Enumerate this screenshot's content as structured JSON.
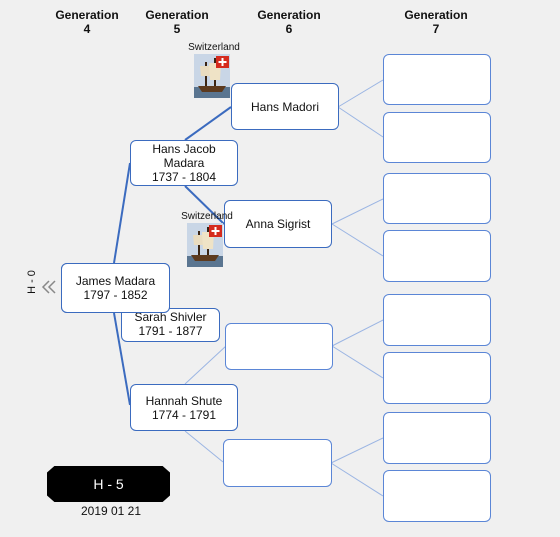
{
  "headers": {
    "gen4": {
      "word": "Generation",
      "num": "4"
    },
    "gen5": {
      "word": "Generation",
      "num": "5"
    },
    "gen6": {
      "word": "Generation",
      "num": "6"
    },
    "gen7": {
      "word": "Generation",
      "num": "7"
    }
  },
  "root": {
    "name": "James Madara",
    "dates": "1797 - 1852"
  },
  "spouse": {
    "name": "Sarah Shivler",
    "dates": "1791 - 1877"
  },
  "father": {
    "name1": "Hans Jacob",
    "name2": "Madara",
    "dates": "1737 - 1804"
  },
  "mother": {
    "name": "Hannah Shute",
    "dates": "1774 - 1791"
  },
  "grandfather": {
    "name": "Hans Madori"
  },
  "grandmother": {
    "name": "Anna Sigrist"
  },
  "immigration": {
    "label1": "Switzerland",
    "label2": "Switzerland"
  },
  "side_label": "H - 0",
  "badge": "H - 5",
  "date": "2019 01 21",
  "colors": {
    "line": "#3b6bbf",
    "thin_line": "#9bb5e3",
    "badge_bg": "#000000"
  },
  "icons": {
    "collapse": "double-chevron-left-icon",
    "ship": "ship-icon",
    "flag": "swiss-flag-icon"
  }
}
